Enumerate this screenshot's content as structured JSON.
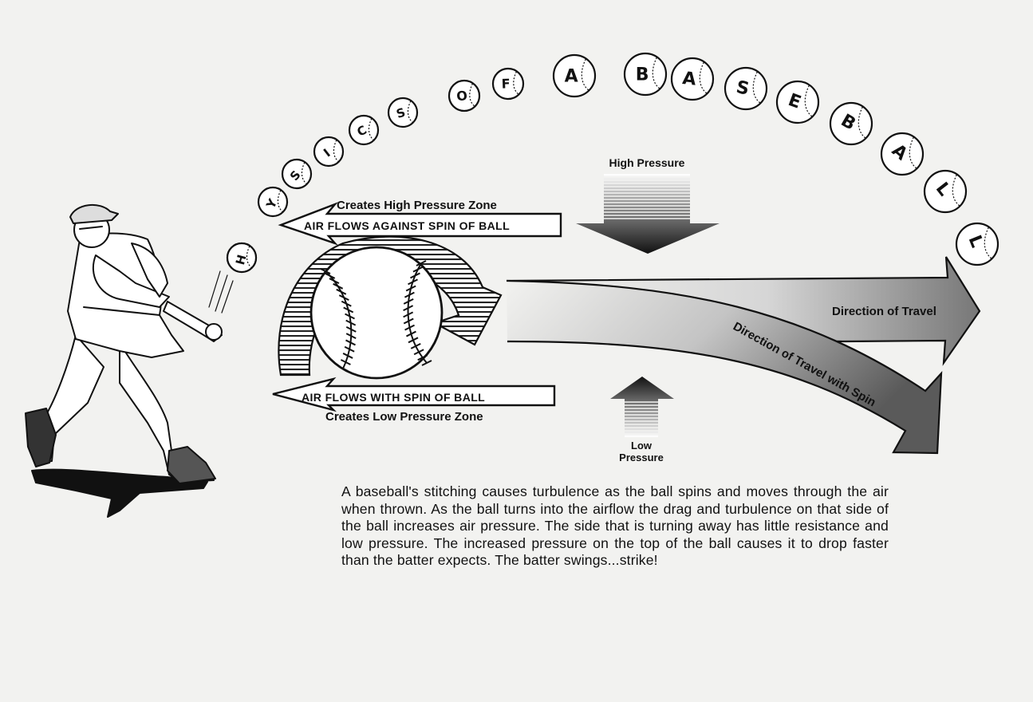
{
  "title_letters": [
    "P",
    "H",
    "Y",
    "S",
    "I",
    "C",
    "S",
    "O",
    "F",
    "A",
    "B",
    "A",
    "S",
    "E",
    "B",
    "A",
    "L",
    "L"
  ],
  "labels": {
    "high_zone": "Creates High Pressure Zone",
    "against_spin": "AIR FLOWS AGAINST SPIN OF BALL",
    "with_spin": "AIR FLOWS WITH SPIN OF BALL",
    "low_zone": "Creates Low Pressure Zone",
    "high_pressure": "High Pressure",
    "low_pressure_1": "Low",
    "low_pressure_2": "Pressure",
    "direction_travel": "Direction of Travel",
    "direction_travel_spin": "Direction of Travel with Spin"
  },
  "description": "A baseball's stitching causes turbulence as the ball spins and moves through the air when thrown. As the ball turns into the airflow the drag and turbulence on that side of the ball increases air pressure. The side that is turning away has little resistance and low pressure. The increased pressure on the top of the ball causes it to drop faster than the batter expects. The batter swings...strike!"
}
